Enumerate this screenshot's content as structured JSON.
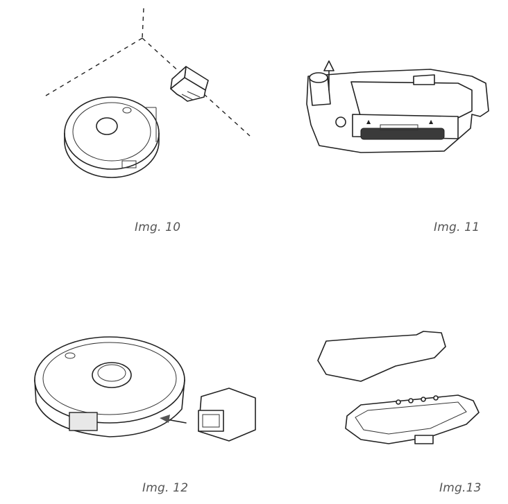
{
  "figures": [
    {
      "caption": "Img. 10"
    },
    {
      "caption": "Img. 11"
    },
    {
      "caption": "Img. 12"
    },
    {
      "caption": "Img.13"
    }
  ]
}
